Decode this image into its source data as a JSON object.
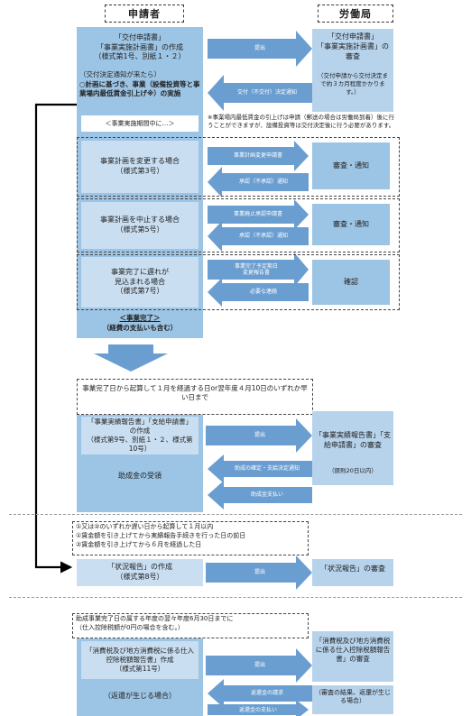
{
  "headers": {
    "applicant": "申請者",
    "labor_bureau": "労働局"
  },
  "s1": {
    "app_box": "「交付申請書」\n「事業実施計画書」の作成\n（様式第1号、別紙１・２）",
    "submit": "提出",
    "bureau_box": "「交付申請書」\n「事業実施計画書」の審査",
    "bureau_note": "（交付申請から交付決定まで約３カ月程度かかります。）",
    "decision_arrow": "交付（不交付）決定通知",
    "impl_line1": "（交付決定通知が来たら）",
    "impl_line2": "○計画に基づき、事業（設備投資等と事業場内最低賃金引上げ※）の実施",
    "note": "※事業場内最低賃金の引上げは申請（郵送の場合は労働局到着）後に行うことができますが、設備投資等は交付決定後に行う必要があります。",
    "during": "＜事業実施期間中に…＞"
  },
  "changes": [
    {
      "left": "事業計画を変更する場合\n（様式第3号）",
      "arrow_out": "事業計画変更申請書",
      "arrow_back": "承認（不承認）通知",
      "right": "審査・通知"
    },
    {
      "left": "事業計画を中止する場合\n（様式第5号）",
      "arrow_out": "事業廃止承認申請書",
      "arrow_back": "承認（不承認）通知",
      "right": "審査・通知"
    },
    {
      "left": "事業完了に遅れが\n見込まれる場合\n（様式第7号）",
      "arrow_out": "事業完了予定期日\n変更報告書",
      "arrow_back": "必要な連絡",
      "right": "確認"
    }
  ],
  "complete": {
    "line1": "＜事業完了＞",
    "line2": "（経費の支払いも含む）"
  },
  "s2": {
    "deadline": "事業完了日から起算して１月を経過する日or翌年度４月10日のいずれか早い日まで",
    "app_box": "「事業実績報告書」「支給申請書」の作成\n（様式第9号、別紙１・２、様式第10号）",
    "submit": "提出",
    "bureau_box": "「事業実績報告書」「支給申請書」の審査",
    "bureau_note": "（原則20日以内）",
    "arrow_decision": "助成の確定・支給決定通知",
    "receive": "助成金の受領",
    "arrow_payment": "助成金支払い"
  },
  "s3": {
    "cond1": "①又は②のいずれか遅い日から起算して１月以内",
    "cond2": "①賃金額を引き上げてから実績報告手続きを行った日の前日",
    "cond3": "②賃金額を引き上げてから６月を経過した日",
    "app_box": "「状況報告」の作成\n（様式第8号）",
    "submit": "提出",
    "bureau_box": "「状況報告」の審査"
  },
  "s4": {
    "deadline1": "助成事業完了日の属する年度の翌々年度6月30日までに",
    "deadline2": "（仕入控除税額が0円の場合を含む。）",
    "app_box": "「消費税及び地方消費税に係る仕入控除税額報告書」作成\n（様式第11号）",
    "submit": "提出",
    "bureau_box": "「消費税及び地方消費税に係る仕入控除税額報告書」の審査",
    "refund_case": "（返還が生じる場合）",
    "arrow_request": "返還金の請求",
    "arrow_payment": "返還金の支払い",
    "result_box": "（審査の結果、返還が生じる場合）"
  }
}
